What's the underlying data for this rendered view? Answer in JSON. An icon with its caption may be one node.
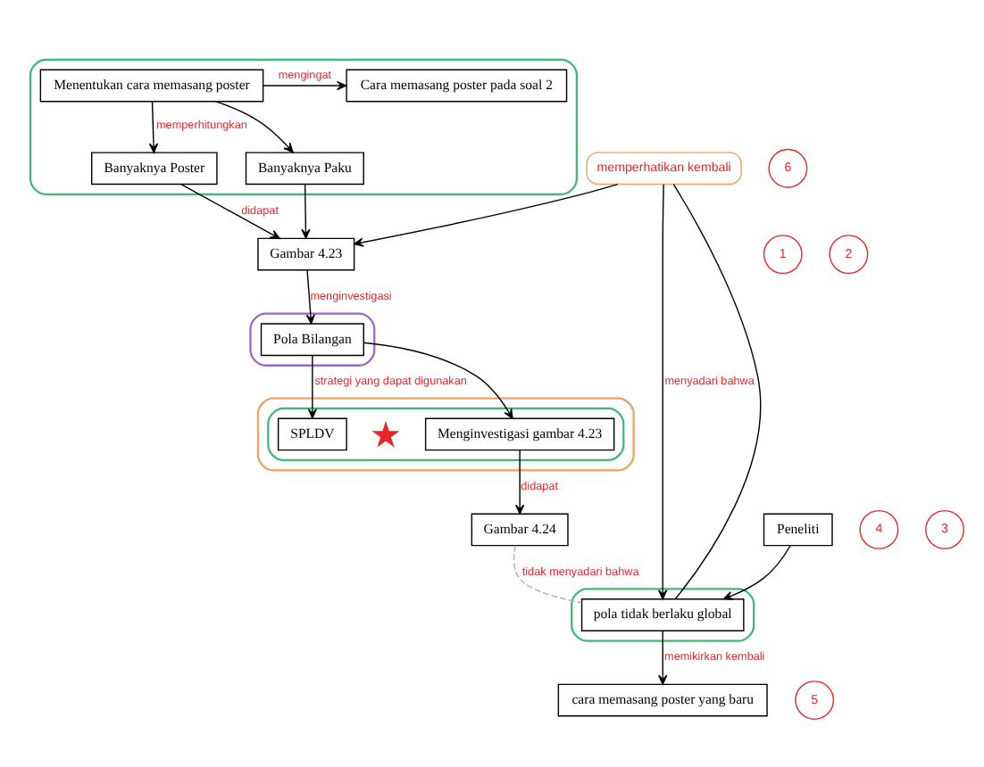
{
  "diagram": {
    "nodes": [
      {
        "text": [],
        "shape": "box"
      },
      {
        "text": [
          "1"
        ]
      },
      {
        "text": [
          "Cara memasang poster pada soal 2"
        ],
        "in": 0
      },
      {
        "text": [
          "Menentukan cara memasang poster"
        ],
        "in": 0
      },
      {
        "text": [
          "Banyaknya Poster"
        ],
        "in": 0
      },
      {
        "text": [
          "Banyaknya Paku"
        ],
        "in": 0
      },
      {
        "text": [
          "Gambar 4.23"
        ]
      },
      {
        "text": [],
        "shape": "box"
      },
      {
        "text": [
          "2"
        ]
      },
      {
        "text": [
          "Pola Bilangan"
        ],
        "in": 7
      },
      {
        "text": [],
        "shape": "box"
      },
      {
        "text": [
          "4"
        ]
      },
      {
        "text": [],
        "shape": "box",
        "in": 10
      },
      {
        "text": [
          "3"
        ]
      },
      {
        "text": [
          "SPLDV"
        ],
        "in": 12
      },
      {
        "text": [],
        "shape": "star",
        "in": 12
      },
      {
        "text": [
          "Menginvestigasi gambar 4.23"
        ],
        "in": 12
      },
      {
        "text": [
          "Gambar 4.24"
        ]
      },
      {
        "text": [
          "memperhatikan kembali"
        ]
      },
      {
        "text": [
          "6"
        ]
      },
      {
        "text": [
          "Peneliti"
        ]
      },
      {
        "text": [],
        "shape": "box"
      },
      {
        "text": [
          "pola tidak berlaku global"
        ],
        "in": 21
      },
      {
        "text": [
          "5"
        ]
      },
      {
        "text": [
          "cara memasang poster yang baru"
        ]
      }
    ],
    "edges": [
      {
        "from": 3,
        "to": 2,
        "arrow": "to",
        "label": "mengingat"
      },
      {
        "from": 3,
        "to": 4,
        "arrow": "to",
        "label": "memperhitungkan"
      },
      {
        "from": 3,
        "to": 5,
        "arrow": "to"
      },
      {
        "from": 4,
        "to": 6,
        "arrow": "to",
        "label": "didapat"
      },
      {
        "from": 5,
        "to": 6,
        "arrow": "to"
      },
      {
        "from": 6,
        "to": 9,
        "arrow": "to",
        "label": "menginvestigasi"
      },
      {
        "from": 9,
        "to": 14,
        "arrow": "to",
        "label": "strategi yang dapat digunakan"
      },
      {
        "from": 9,
        "to": 16,
        "arrow": "to"
      },
      {
        "from": 16,
        "to": 17,
        "arrow": "to",
        "label": "didapat"
      },
      {
        "from": 17,
        "to": 22,
        "arrow": "none",
        "style": "dashed",
        "color": "#b0b0b0",
        "label": "tidak menyadari bahwa"
      },
      {
        "from": 20,
        "to": 22,
        "arrow": "to"
      },
      {
        "from": 22,
        "to": 18,
        "arrow": "none"
      },
      {
        "from": 18,
        "to": 6,
        "arrow": "to"
      },
      {
        "from": 18,
        "to": 22,
        "arrow": "to",
        "label": "menyadari bahwa"
      },
      {
        "from": 22,
        "to": 24,
        "arrow": "to",
        "label": "memikirkan kembali"
      }
    ]
  }
}
